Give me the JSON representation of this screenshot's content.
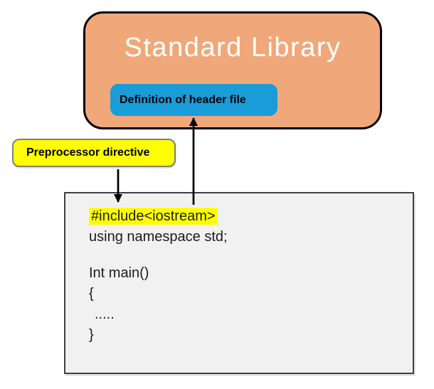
{
  "library_box": {
    "label": "Standard Library",
    "fill": "#F0A87A",
    "border": "#000000",
    "text_color": "#FFFFFF"
  },
  "header_def_box": {
    "label": "Definition of header file",
    "fill": "#1A9CD8",
    "text_color": "#000000"
  },
  "preprocessor_box": {
    "label": "Preprocessor directive",
    "fill": "#FFFF00",
    "border": "#7F7F7F",
    "text_color": "#000000"
  },
  "code_box": {
    "fill": "#F1F1F1",
    "border": "#3F3F3F",
    "highlight_color": "#FFFF00",
    "lines": [
      {
        "text": "#include<iostream>",
        "highlight": true
      },
      {
        "text": "using namespace std;"
      },
      {
        "text": ""
      },
      {
        "text": "Int main()"
      },
      {
        "text": "{"
      },
      {
        "text": ".....",
        "indent": true
      },
      {
        "text": "}"
      }
    ]
  },
  "arrows": [
    {
      "name": "preprocessor-to-include-arrow",
      "direction": "down"
    },
    {
      "name": "include-to-header-definition-arrow",
      "direction": "up"
    }
  ]
}
